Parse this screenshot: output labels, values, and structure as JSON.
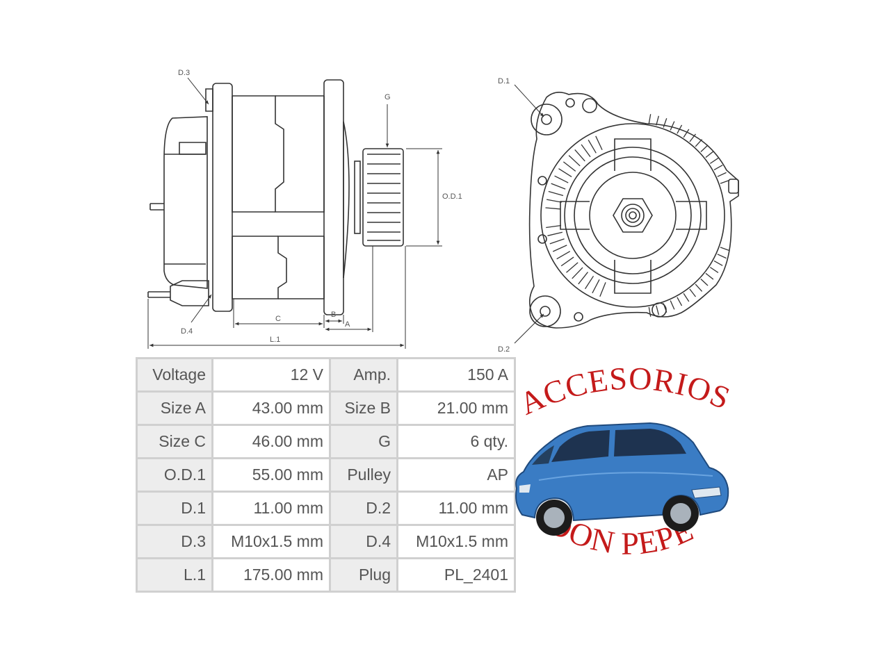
{
  "diagram": {
    "labels": {
      "d1": "D.1",
      "d2": "D.2",
      "d3": "D.3",
      "d4": "D.4",
      "g": "G",
      "od1": "O.D.1",
      "a": "A",
      "b": "B",
      "c": "C",
      "l1": "L.1"
    }
  },
  "specs": {
    "rows": [
      [
        {
          "k": "Voltage",
          "v": "12 V"
        },
        {
          "k": "Amp.",
          "v": "150 A"
        }
      ],
      [
        {
          "k": "Size A",
          "v": "43.00 mm"
        },
        {
          "k": "Size B",
          "v": "21.00 mm"
        }
      ],
      [
        {
          "k": "Size C",
          "v": "46.00 mm"
        },
        {
          "k": "G",
          "v": "6 qty."
        }
      ],
      [
        {
          "k": "O.D.1",
          "v": "55.00 mm"
        },
        {
          "k": "Pulley",
          "v": "AP"
        }
      ],
      [
        {
          "k": "D.1",
          "v": "11.00 mm"
        },
        {
          "k": "D.2",
          "v": "11.00 mm"
        }
      ],
      [
        {
          "k": "D.3",
          "v": "M10x1.5 mm"
        },
        {
          "k": "D.4",
          "v": "M10x1.5 mm"
        }
      ],
      [
        {
          "k": "L.1",
          "v": "175.00 mm"
        },
        {
          "k": "Plug",
          "v": "PL_2401"
        }
      ]
    ]
  },
  "logo": {
    "line1": "ACCESORIOS",
    "line2": "DON PEPE",
    "text_color": "#c41a1a",
    "car_color": "#3a7cc4",
    "car_icon": "car-icon"
  }
}
